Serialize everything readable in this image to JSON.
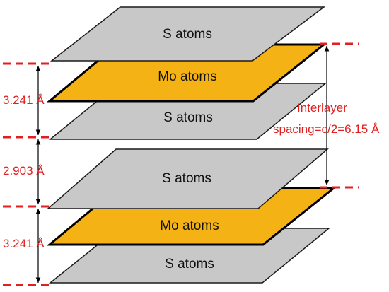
{
  "layers": [
    {
      "label": "S atoms",
      "type": "S"
    },
    {
      "label": "Mo atoms",
      "type": "Mo"
    },
    {
      "label": "S atoms",
      "type": "S"
    },
    {
      "label": "S atoms",
      "type": "S"
    },
    {
      "label": "Mo atoms",
      "type": "Mo"
    },
    {
      "label": "S atoms",
      "type": "S"
    }
  ],
  "dimensions": {
    "intralayer_top": "3.241 Å",
    "interlayer_gap": "2.903 Å",
    "intralayer_bottom": "3.241 Å"
  },
  "interlayer_spacing": {
    "line1": "Interlayer",
    "line2": "spacing=c/2=6.15 Å"
  },
  "colors": {
    "sulfur_fill": "#c8c8c8",
    "sulfur_stroke": "#1a1a1a",
    "molybdenum_fill": "#f5b214",
    "molybdenum_stroke": "#000000",
    "dimension_red": "#e02020",
    "arrow_black": "#000000"
  }
}
